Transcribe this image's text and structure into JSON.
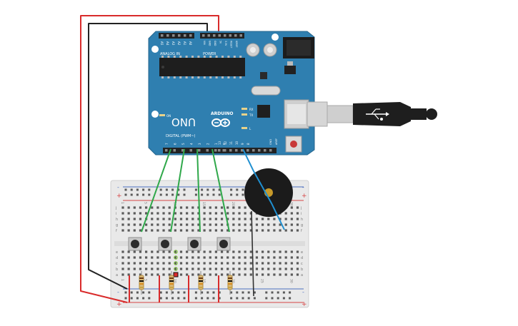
{
  "arduino": {
    "model_label": "UNO",
    "brand_label": "ARDUINO",
    "digital_header_label": "DIGITAL (PWM~)",
    "analog_header_label": "ANALOG IN",
    "power_header_label": "POWER",
    "on_label": "ON",
    "tx_label": "TX",
    "rx_label": "RX",
    "l_label": "L",
    "aref_label": "AREF",
    "gnd_label": "GND",
    "digital_pins": [
      "0",
      "1",
      "2",
      "3",
      "4",
      "5",
      "6",
      "7",
      "8",
      "9",
      "10",
      "11",
      "12",
      "13"
    ],
    "analog_pins": [
      "A0",
      "A1",
      "A2",
      "A3",
      "A4",
      "A5"
    ],
    "power_pins": [
      "IOREF",
      "RESET",
      "3.3V",
      "5V",
      "GND",
      "GND",
      "VIN"
    ]
  },
  "breadboard": {
    "rail_plus": "+",
    "rail_minus": "-",
    "row_letters_top": [
      "j",
      "i",
      "h",
      "g",
      "f"
    ],
    "row_letters_bottom": [
      "e",
      "d",
      "c",
      "b",
      "a"
    ],
    "column_numbers": [
      "1",
      "5",
      "10",
      "15",
      "20",
      "25",
      "30"
    ]
  },
  "components": {
    "pushbuttons": 4,
    "resistors": 4,
    "buzzer": 1,
    "usb_cable": 1
  },
  "colors": {
    "board": "#2f7fb0",
    "board_dark": "#25668e",
    "wire_green": "#2fa84a",
    "wire_red": "#d92b2b",
    "wire_black": "#222222",
    "wire_blue": "#1f8fd0",
    "breadboard": "#e9e9e9",
    "rail_red": "#d64545",
    "rail_blue": "#4a6fc0"
  }
}
